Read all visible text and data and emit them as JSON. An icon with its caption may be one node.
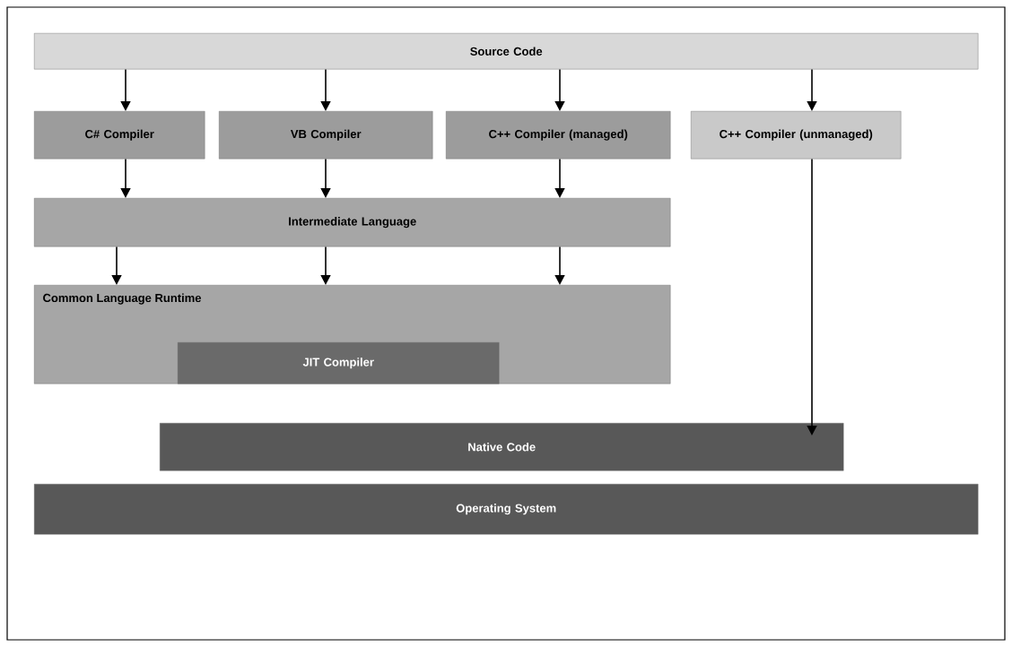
{
  "diagram": {
    "nodes": [
      {
        "text": [
          "Source Code"
        ]
      },
      {
        "text": [
          "C# Compiler"
        ]
      },
      {
        "text": [
          "VB Compiler"
        ]
      },
      {
        "text": [
          "C++ Compiler (managed)"
        ]
      },
      {
        "text": [
          "C++ Compiler (unmanaged)"
        ]
      },
      {
        "text": [
          "Intermediate Language"
        ]
      },
      {
        "text": [
          "Common Language Runtime"
        ]
      },
      {
        "text": [
          "JIT Compiler"
        ],
        "in": 6
      },
      {
        "text": [
          "Native Code"
        ]
      },
      {
        "text": [
          "Operating System"
        ]
      }
    ],
    "edges": [
      {
        "from": 0,
        "to": 1,
        "arrow": "to"
      },
      {
        "from": 0,
        "to": 2,
        "arrow": "to"
      },
      {
        "from": 0,
        "to": 3,
        "arrow": "to"
      },
      {
        "from": 0,
        "to": 4,
        "arrow": "to"
      },
      {
        "from": 1,
        "to": 5,
        "arrow": "to"
      },
      {
        "from": 2,
        "to": 5,
        "arrow": "to"
      },
      {
        "from": 3,
        "to": 5,
        "arrow": "to"
      },
      {
        "from": 5,
        "to": 6,
        "arrow": "to"
      },
      {
        "from": 5,
        "to": 6,
        "arrow": "to"
      },
      {
        "from": 5,
        "to": 6,
        "arrow": "to"
      },
      {
        "from": 4,
        "to": 8,
        "arrow": "to"
      }
    ]
  }
}
